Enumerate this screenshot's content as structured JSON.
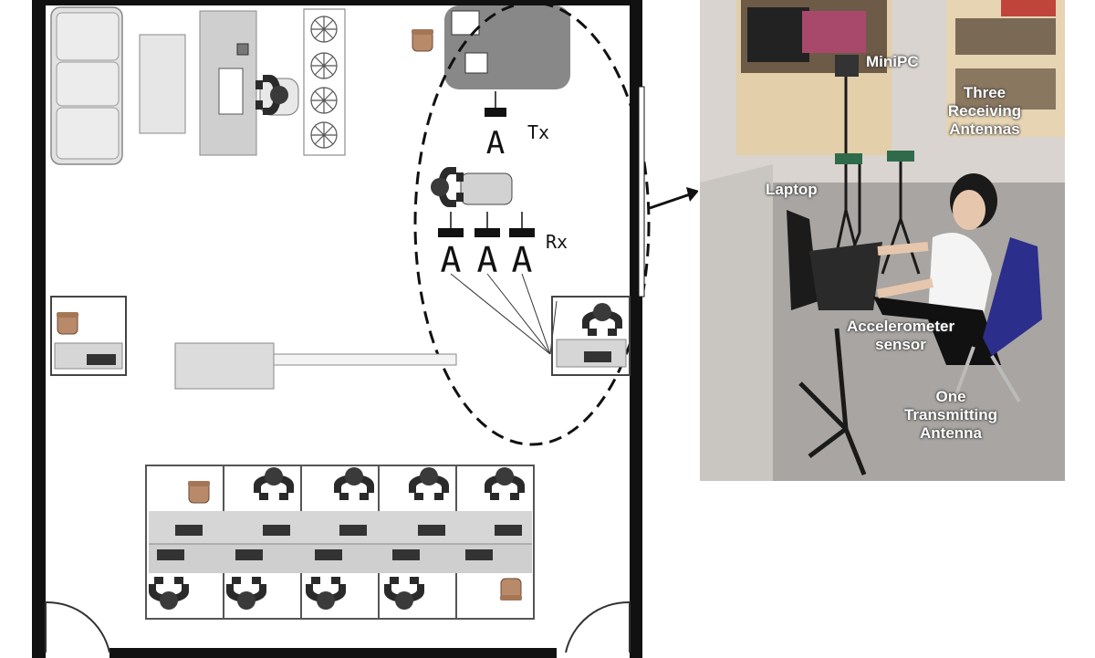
{
  "floor_plan": {
    "tx_label": "Tx",
    "rx_label": "Rx",
    "antenna_glyph": "A"
  },
  "photo": {
    "labels": {
      "minipc": "MiniPC",
      "receiving_line1": "Three",
      "receiving_line2": "Receiving",
      "receiving_line3": "Antennas",
      "laptop": "Laptop",
      "accel_line1": "Accelerometer",
      "accel_line2": "sensor",
      "transmit_line1": "One",
      "transmit_line2": "Transmitting",
      "transmit_line3": "Antenna"
    }
  },
  "colors": {
    "wall": "#111111",
    "desk": "#d8d8d8",
    "chair": "#b98a6a",
    "person": "#2a2a2a"
  }
}
